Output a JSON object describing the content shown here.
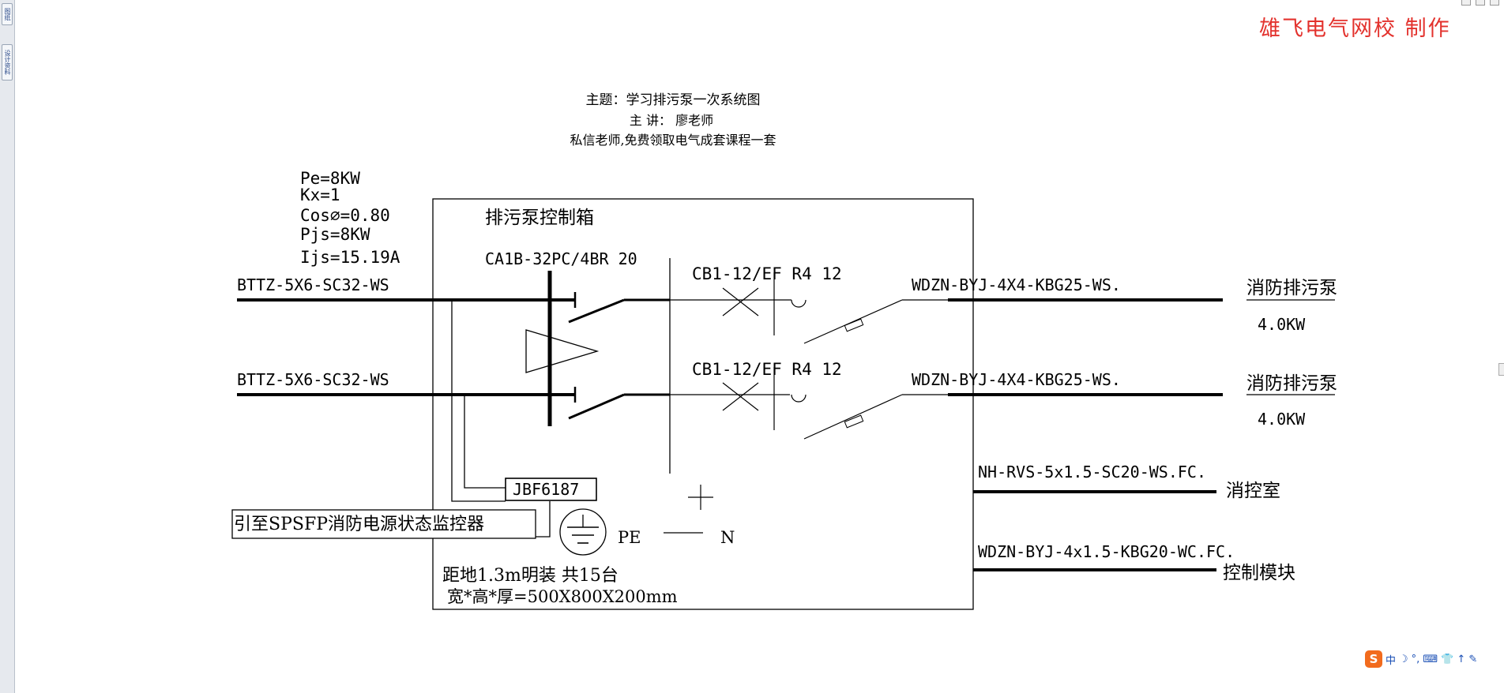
{
  "watermark": "雄飞电气网校 制作",
  "side_panel": {
    "btn1": "图纸",
    "btn2": "设计资料"
  },
  "header": {
    "title": "主题：学习排污泵一次系统图",
    "lecturer": "主 讲：  廖老师",
    "promo": "私信老师,免费领取电气成套课程一套"
  },
  "params": {
    "pe": "Pe=8KW",
    "kx": "Kx=1",
    "cos": "Cos⌀=0.80",
    "pjs": "Pjs=8KW",
    "ijs": "Ijs=15.19A"
  },
  "box": {
    "title": "排污泵控制箱",
    "main_switch": "CA1B-32PC/4BR 20",
    "breaker1": "CB1-12/EF R4 12",
    "breaker2": "CB1-12/EF R4 12",
    "monitor": "JBF6187",
    "pe": "PE",
    "n": "N",
    "install": "距地1.3m明装 共15台",
    "size": "宽*高*厚=500X800X200mm"
  },
  "incoming": {
    "cable1": "BTTZ-5X6-SC32-WS",
    "cable2": "BTTZ-5X6-SC32-WS"
  },
  "outgoing": [
    {
      "cable": "WDZN-BYJ-4X4-KBG25-WS.",
      "load": "消防排污泵",
      "power": "4.0KW"
    },
    {
      "cable": "WDZN-BYJ-4X4-KBG25-WS.",
      "load": "消防排污泵",
      "power": "4.0KW"
    }
  ],
  "signal": [
    {
      "cable": "NH-RVS-5x1.5-SC20-WS.FC.",
      "dest": "消控室"
    },
    {
      "cable": "WDZN-BYJ-4x1.5-KBG20-WC.FC.",
      "dest": "控制模块"
    }
  ],
  "note_box": "引至SPSFP消防电源状态监控器",
  "ime": {
    "logo": "S",
    "mode": "中",
    "moon": "☽",
    "punct": "°,",
    "keyboard": "⌨",
    "more": "👕 ↑ ✎"
  },
  "colors": {
    "watermark": "#e3322d",
    "ime_logo": "#f26b1d",
    "ime_text": "#1a4fb5"
  }
}
